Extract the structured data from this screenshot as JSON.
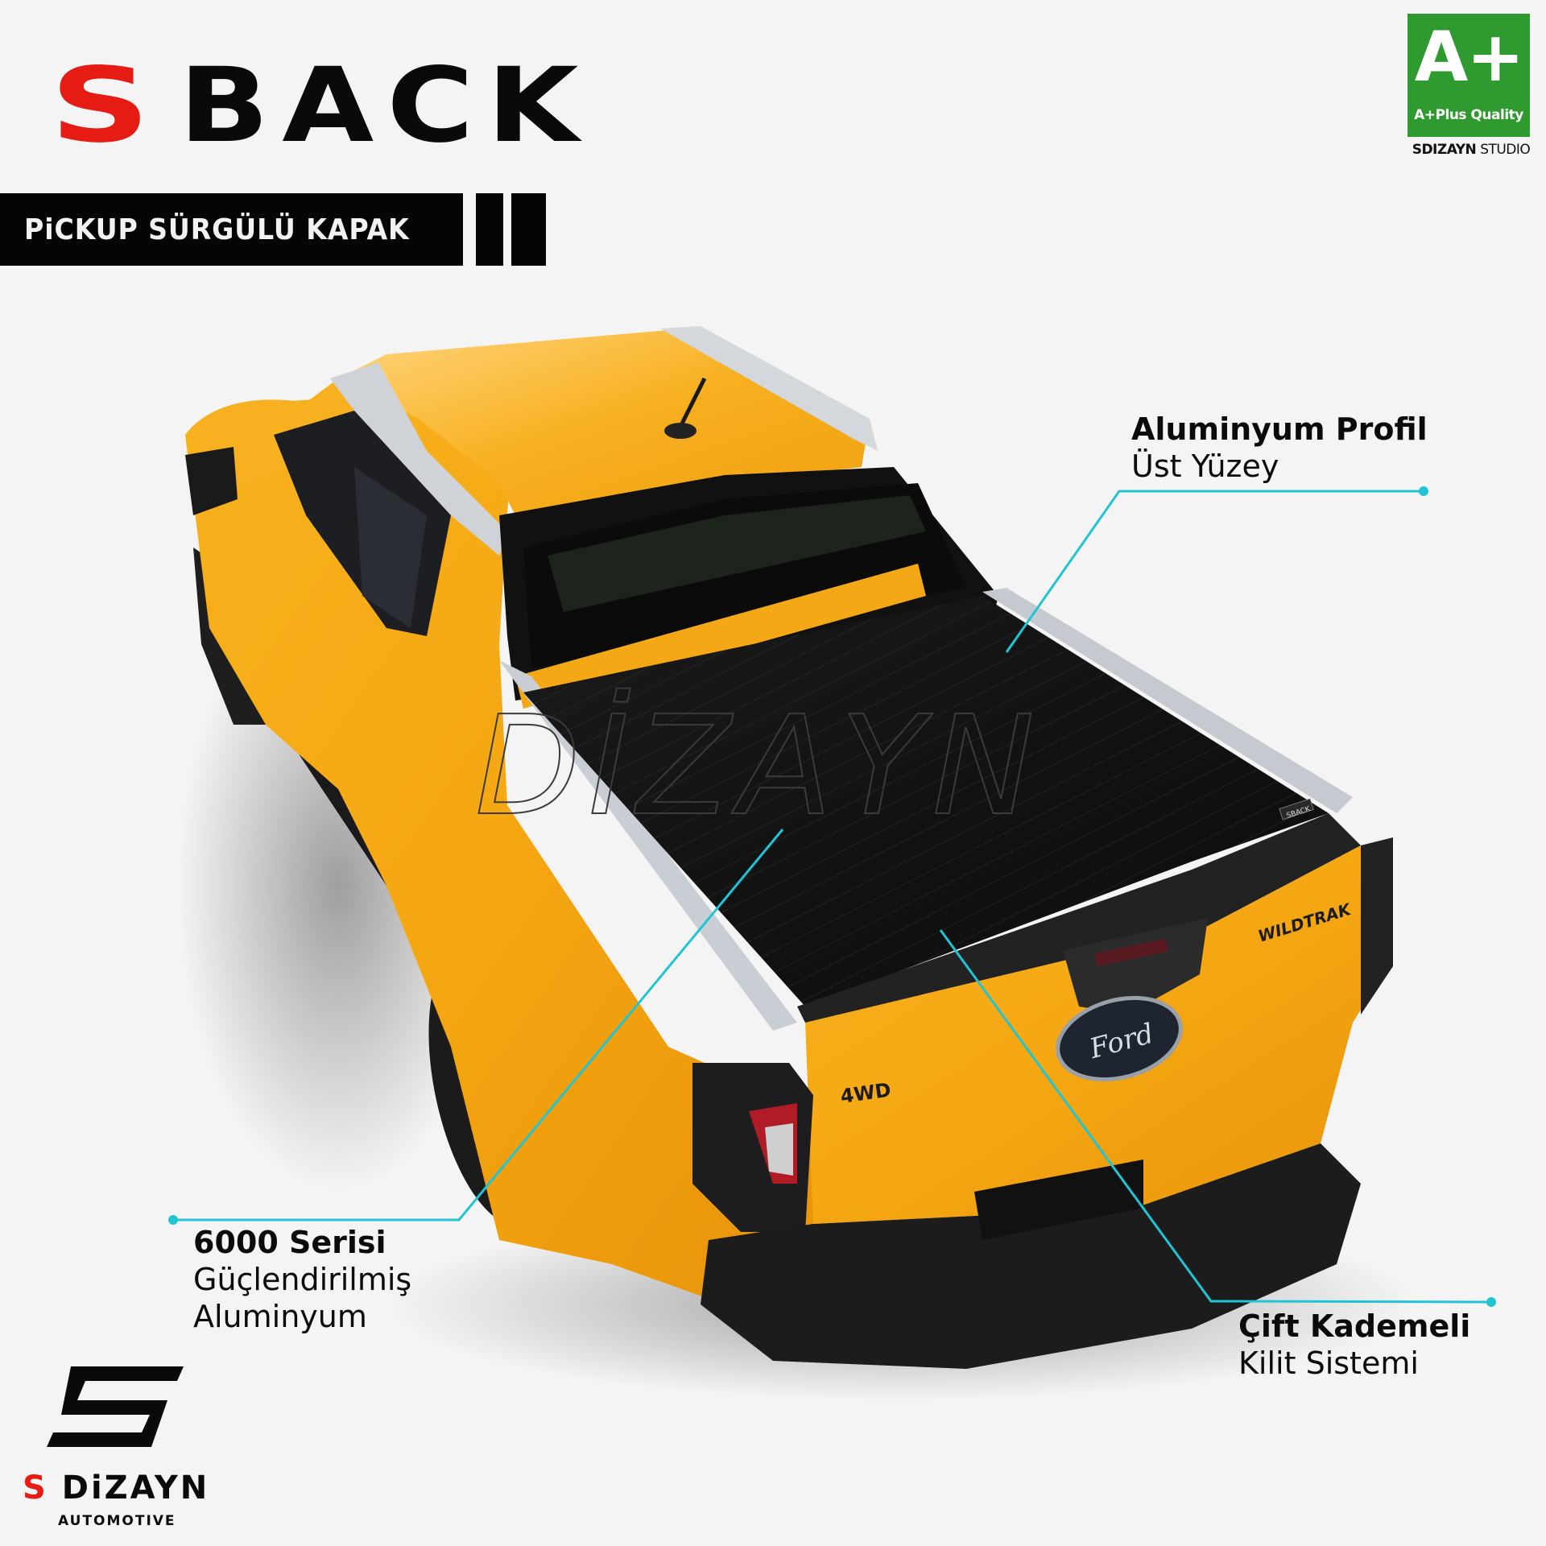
{
  "header": {
    "brand_s": "S",
    "brand_rest": "BACK",
    "product_title": "PiCKUP SÜRGÜLÜ KAPAK"
  },
  "badge": {
    "grade": "A+",
    "label": "A+Plus Quality",
    "studio_bold": "SDIZAYN",
    "studio_light": "STUDIO",
    "color": "#2f9a2f"
  },
  "callouts": [
    {
      "title": "Aluminyum Profil",
      "subtitle": "Üst Yüzey"
    },
    {
      "title": "6000 Serisi",
      "subtitle_line1": "Güçlendirilmiş",
      "subtitle_line2": "Aluminyum"
    },
    {
      "title": "Çift Kademeli",
      "subtitle": "Kilit Sistemi"
    }
  ],
  "truck": {
    "watermark": "DİZAYN",
    "badge_4wd": "4WD",
    "badge_trim": "WILDTRAK",
    "cover_label": "SBACK",
    "emblem": "Ford"
  },
  "footer": {
    "brand_s": "S",
    "brand_name": "DiZAYN",
    "tagline": "AUTOMOTIVE"
  },
  "colors": {
    "background": "#f4f4f4",
    "accent_red": "#e51b14",
    "callout_line": "#22c4d4",
    "truck_body": "#f5a816"
  }
}
